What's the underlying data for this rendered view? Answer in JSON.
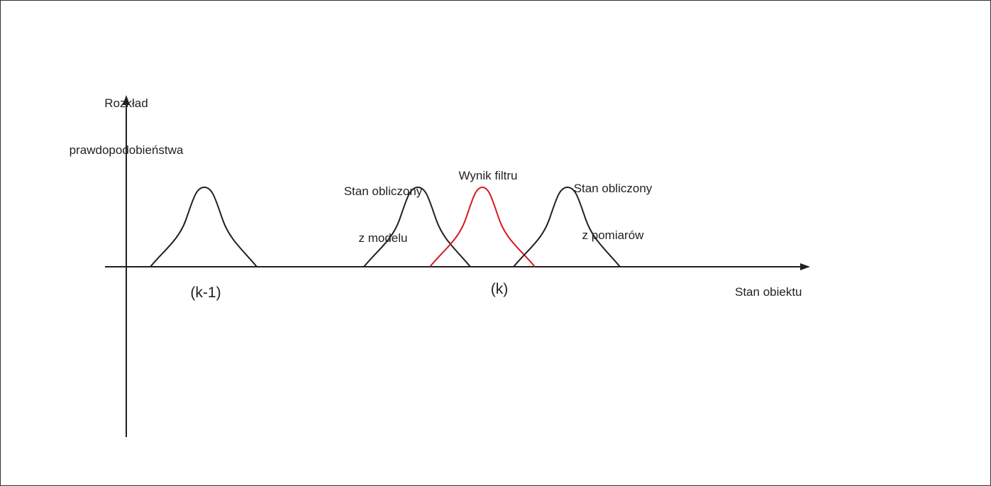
{
  "y_axis_label": {
    "line1": "Rozkład",
    "line2": "prawdopodobieństwa"
  },
  "x_axis_label": "Stan obiektu",
  "step_labels": {
    "prev": "(k-1)",
    "current": "(k)"
  },
  "curve_labels": {
    "model": {
      "line1": "Stan obliczony",
      "line2": "z modelu"
    },
    "filter": "Wynik filtru",
    "measurement": {
      "line1": "Stan obliczony",
      "line2": "z pomiarów"
    }
  },
  "colors": {
    "axis": "#231f20",
    "curve": "#231f20",
    "filter_curve": "#d71920"
  }
}
